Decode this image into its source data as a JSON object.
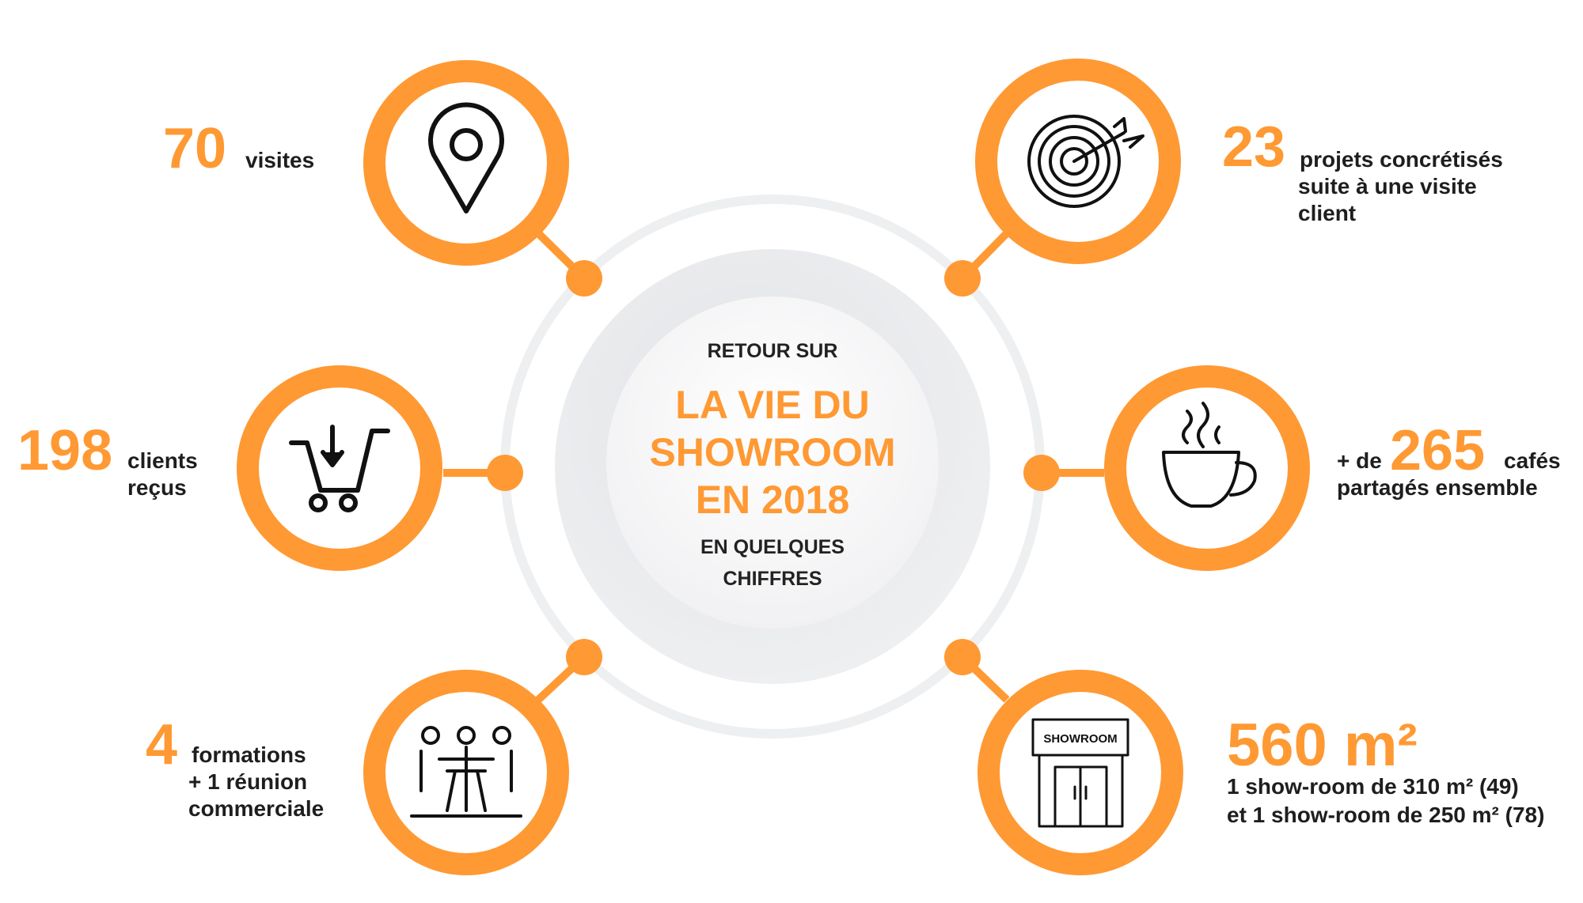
{
  "colors": {
    "accent": "#FF9933",
    "text": "#1e1e1e",
    "ring": "#e9eaec"
  },
  "center": {
    "top": "RETOUR SUR",
    "title_lines": [
      "LA VIE DU",
      "SHOWROOM",
      "EN 2018"
    ],
    "bottom_lines": [
      "EN QUELQUES",
      "CHIFFRES"
    ]
  },
  "stats": [
    {
      "icon": "map-pin-icon",
      "value": "70",
      "label": "visites"
    },
    {
      "icon": "target-arrow-icon",
      "value": "23",
      "label_lines": [
        "projets concrétisés",
        "suite à une visite",
        "client"
      ]
    },
    {
      "icon": "shopping-cart-icon",
      "value": "198",
      "label_lines": [
        "clients",
        "reçus"
      ]
    },
    {
      "icon": "coffee-cup-icon",
      "prefix": "+ de",
      "value": "265",
      "label": "cafés",
      "label2": "partagés ensemble"
    },
    {
      "icon": "meeting-table-icon",
      "value": "4",
      "label_lines": [
        "formations",
        "+ 1 réunion",
        "commerciale"
      ]
    },
    {
      "icon": "showroom-building-icon",
      "icon_text": "SHOWROOM",
      "value": "560 m²",
      "label_lines": [
        "1 show-room de 310 m² (49)",
        "et 1 show-room de 250 m² (78)"
      ]
    }
  ]
}
